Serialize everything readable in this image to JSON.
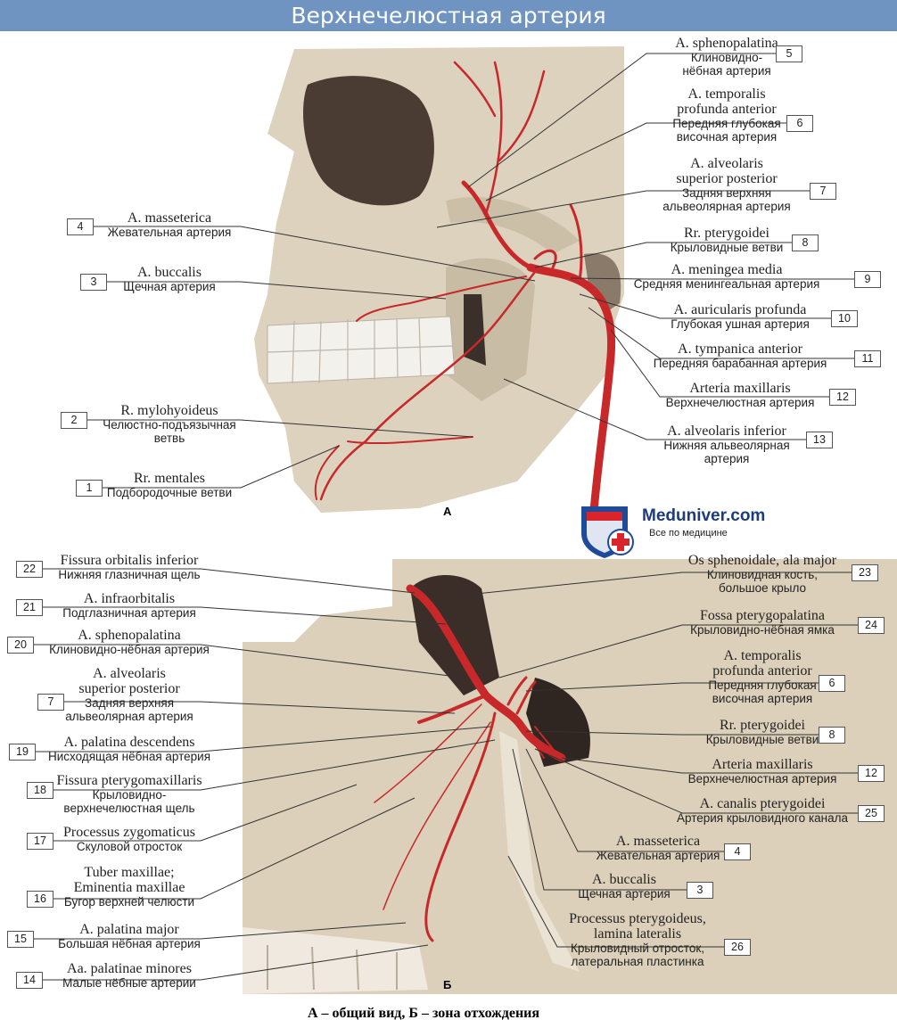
{
  "title": "Верхнечелюстная артерия",
  "panel_a_letter": "А",
  "panel_b_letter": "Б",
  "caption": "А – общий вид, Б – зона отхождения",
  "logo": {
    "name": "Meduniver.com",
    "tagline": "Все по медицине"
  },
  "colors": {
    "title_bg": "#7094c1",
    "artery": "#c8282a",
    "bone": "#ddd2bd"
  },
  "labels_a": [
    {
      "num": "5",
      "latin": [
        "A. sphenopalatina"
      ],
      "russian": [
        "Клиновидно-",
        "нёбная артерия"
      ]
    },
    {
      "num": "6",
      "latin": [
        "A. temporalis",
        "profunda anterior"
      ],
      "russian": [
        "Передняя глубокая",
        "височная артерия"
      ]
    },
    {
      "num": "7",
      "latin": [
        "A. alveolaris",
        "superior posterior"
      ],
      "russian": [
        "Задняя верхняя",
        "альвеолярная артерия"
      ]
    },
    {
      "num": "4",
      "latin": [
        "A. masseterica"
      ],
      "russian": [
        "Жевательная артерия"
      ]
    },
    {
      "num": "8",
      "latin": [
        "Rr. pterygoidei"
      ],
      "russian": [
        "Крыловидные ветви"
      ]
    },
    {
      "num": "3",
      "latin": [
        "A. buccalis"
      ],
      "russian": [
        "Щечная артерия"
      ]
    },
    {
      "num": "9",
      "latin": [
        "A. meningea media"
      ],
      "russian": [
        "Средняя менингеальная артерия"
      ]
    },
    {
      "num": "10",
      "latin": [
        "A. auricularis profunda"
      ],
      "russian": [
        "Глубокая ушная артерия"
      ]
    },
    {
      "num": "11",
      "latin": [
        "A. tympanica anterior"
      ],
      "russian": [
        "Передняя барабанная артерия"
      ]
    },
    {
      "num": "12",
      "latin": [
        "Arteria maxillaris"
      ],
      "russian": [
        "Верхнечелюстная артерия"
      ]
    },
    {
      "num": "2",
      "latin": [
        "R. mylohyoideus"
      ],
      "russian": [
        "Челюстно-подъязычная",
        "ветвь"
      ]
    },
    {
      "num": "13",
      "latin": [
        "A. alveolaris inferior"
      ],
      "russian": [
        "Нижняя альвеолярная",
        "артерия"
      ]
    },
    {
      "num": "1",
      "latin": [
        "Rr. mentales"
      ],
      "russian": [
        "Подбородочные ветви"
      ]
    }
  ],
  "labels_b": [
    {
      "num": "22",
      "latin": [
        "Fissura orbitalis inferior"
      ],
      "russian": [
        "Нижняя глазничная щель"
      ]
    },
    {
      "num": "23",
      "latin": [
        "Os sphenoidale, ala major"
      ],
      "russian": [
        "Клиновидная кость,",
        "большое крыло"
      ]
    },
    {
      "num": "21",
      "latin": [
        "A. infraorbitalis"
      ],
      "russian": [
        "Подглазничная артерия"
      ]
    },
    {
      "num": "24",
      "latin": [
        "Fossa pterygopalatina"
      ],
      "russian": [
        "Крыловидно-нёбная ямка"
      ]
    },
    {
      "num": "20",
      "latin": [
        "A. sphenopalatina"
      ],
      "russian": [
        "Клиновидно-нёбная артерия"
      ]
    },
    {
      "num": "6",
      "latin": [
        "A. temporalis",
        "profunda anterior"
      ],
      "russian": [
        "Передняя глубокая",
        "височная артерия"
      ]
    },
    {
      "num": "7",
      "latin": [
        "A. alveolaris",
        "superior posterior"
      ],
      "russian": [
        "Задняя верхняя",
        "альвеолярная артерия"
      ]
    },
    {
      "num": "19",
      "latin": [
        "A. palatina descendens"
      ],
      "russian": [
        "Нисходящая нёбная артерия"
      ]
    },
    {
      "num": "8",
      "latin": [
        "Rr. pterygoidei"
      ],
      "russian": [
        "Крыловидные ветви"
      ]
    },
    {
      "num": "12",
      "latin": [
        "Arteria maxillaris"
      ],
      "russian": [
        "Верхнечелюстная артерия"
      ]
    },
    {
      "num": "18",
      "latin": [
        "Fissura pterygomaxillaris"
      ],
      "russian": [
        "Крыловидно-",
        "верхнечелюстная щель"
      ]
    },
    {
      "num": "25",
      "latin": [
        "A. canalis pterygoidei"
      ],
      "russian": [
        "Артерия крыловидного канала"
      ]
    },
    {
      "num": "17",
      "latin": [
        "Processus zygomaticus"
      ],
      "russian": [
        "Скуловой отросток"
      ]
    },
    {
      "num": "4",
      "latin": [
        "A. masseterica"
      ],
      "russian": [
        "Жевательная артерия"
      ]
    },
    {
      "num": "16",
      "latin": [
        "Tuber maxillae;",
        "Eminentia maxillae"
      ],
      "russian": [
        "Бугор верхней челюсти"
      ]
    },
    {
      "num": "3",
      "latin": [
        "A. buccalis"
      ],
      "russian": [
        "Щечная артерия"
      ]
    },
    {
      "num": "15",
      "latin": [
        "A. palatina major"
      ],
      "russian": [
        "Большая нёбная артерия"
      ]
    },
    {
      "num": "26",
      "latin": [
        "Processus pterygoideus,",
        "lamina lateralis"
      ],
      "russian": [
        "Крыловидный отросток,",
        "латеральная пластинка"
      ]
    },
    {
      "num": "14",
      "latin": [
        "Aa. palatinae minores"
      ],
      "russian": [
        "Малые нёбные артерии"
      ]
    }
  ]
}
